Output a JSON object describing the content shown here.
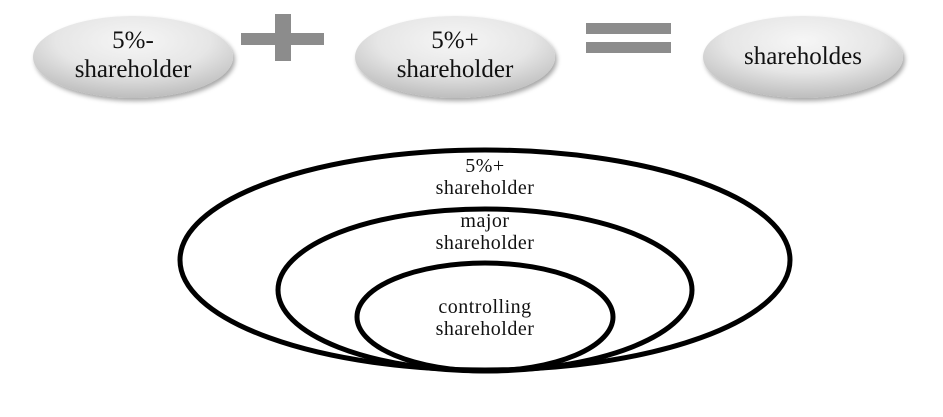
{
  "equation": {
    "term_a": {
      "line1": "5%-",
      "line2": "shareholder"
    },
    "operator_plus": "+",
    "term_b": {
      "line1": "5%+",
      "line2": "shareholder"
    },
    "operator_equals": "=",
    "result": {
      "line1": "shareholdes"
    }
  },
  "nested_sets": {
    "outer": {
      "line1": "5%+",
      "line2": "shareholder"
    },
    "middle": {
      "line1": "major",
      "line2": "shareholder"
    },
    "inner": {
      "line1": "controlling",
      "line2": "shareholder"
    }
  },
  "colors": {
    "oval_light": "#f4f4f4",
    "oval_dark": "#b9b9b9",
    "operator": "#8c8c8c",
    "ring_stroke": "#000000"
  }
}
